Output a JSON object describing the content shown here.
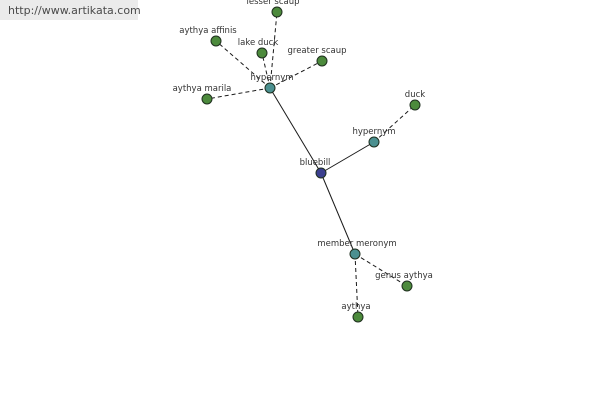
{
  "watermark": {
    "text": "http://www.artikata.com"
  },
  "colors": {
    "root": "#3b3f8f",
    "relation": "#4b9090",
    "leaf": "#4c8a3c"
  },
  "nodes": [
    {
      "id": "bluebill",
      "label": "bluebill",
      "kind": "root"
    },
    {
      "id": "hyp1",
      "label": "hypernym",
      "kind": "relation"
    },
    {
      "id": "hyp2",
      "label": "hypernym",
      "kind": "relation"
    },
    {
      "id": "mem",
      "label": "member meronym",
      "kind": "relation"
    },
    {
      "id": "lesser",
      "label": "lesser scaup",
      "kind": "leaf"
    },
    {
      "id": "affinis",
      "label": "aythya affinis",
      "kind": "leaf"
    },
    {
      "id": "lake",
      "label": "lake duck",
      "kind": "leaf"
    },
    {
      "id": "greater",
      "label": "greater scaup",
      "kind": "leaf"
    },
    {
      "id": "marila",
      "label": "aythya marila",
      "kind": "leaf"
    },
    {
      "id": "duck",
      "label": "duck",
      "kind": "leaf"
    },
    {
      "id": "genus",
      "label": "genus aythya",
      "kind": "leaf"
    },
    {
      "id": "aythya",
      "label": "aythya",
      "kind": "leaf"
    }
  ],
  "edges": [
    {
      "from": "bluebill",
      "to": "hyp1",
      "style": "solid"
    },
    {
      "from": "bluebill",
      "to": "hyp2",
      "style": "solid"
    },
    {
      "from": "bluebill",
      "to": "mem",
      "style": "solid"
    },
    {
      "from": "hyp1",
      "to": "lesser",
      "style": "dashed"
    },
    {
      "from": "hyp1",
      "to": "affinis",
      "style": "dashed"
    },
    {
      "from": "hyp1",
      "to": "lake",
      "style": "dashed"
    },
    {
      "from": "hyp1",
      "to": "greater",
      "style": "dashed"
    },
    {
      "from": "hyp1",
      "to": "marila",
      "style": "dashed"
    },
    {
      "from": "hyp2",
      "to": "duck",
      "style": "dashed"
    },
    {
      "from": "mem",
      "to": "genus",
      "style": "dashed"
    },
    {
      "from": "mem",
      "to": "aythya",
      "style": "dashed"
    }
  ]
}
